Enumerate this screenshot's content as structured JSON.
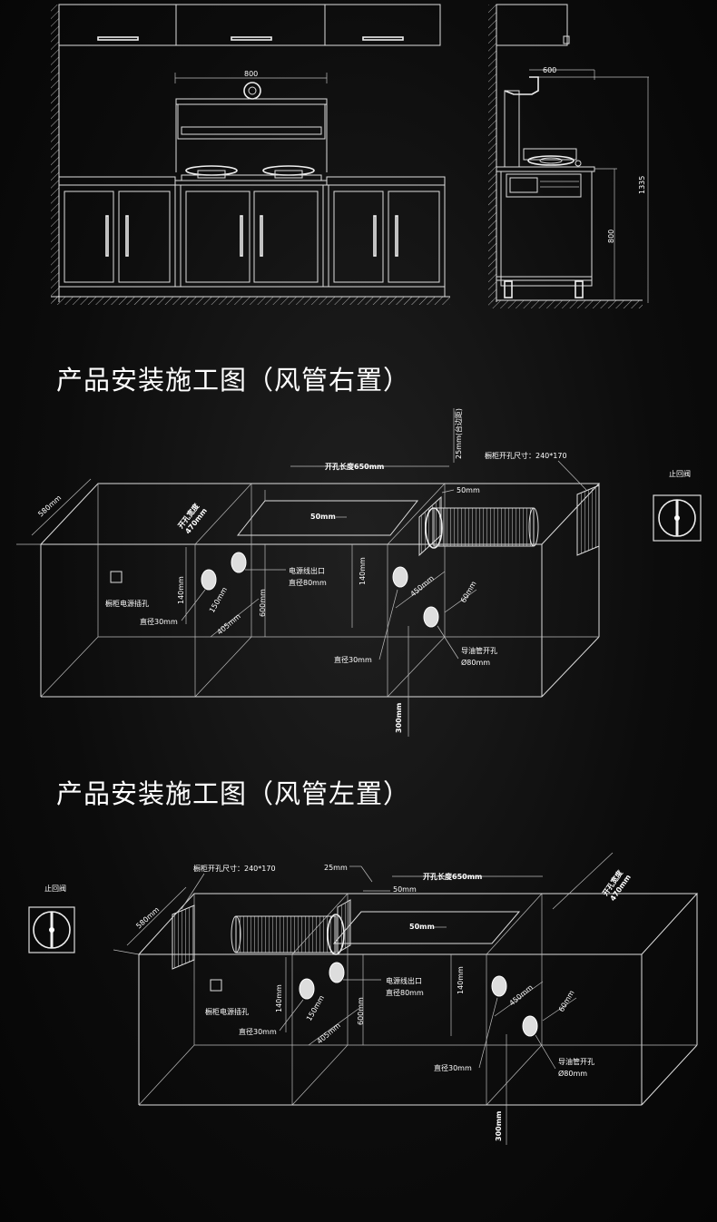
{
  "top_drawing": {
    "front_width_label": "800",
    "side_depth_label": "600",
    "side_height_label": "1335",
    "side_counter_label": "800"
  },
  "section_right": {
    "title": "产品安装施工图（风管右置）",
    "cut_length_label": "开孔长度650mm",
    "cut_width_label": "开孔宽度\n470mm",
    "depth_label": "580mm",
    "margin_label": "25mm(台边距)",
    "cabinet_hole_label": "橱柜开孔尺寸：240*170",
    "gap_label": "50mm",
    "gap_label_inner": "50mm",
    "power_socket_label": "橱柜电源插孔",
    "power_outlet_label": "电源线出口",
    "power_outlet_dia": "直径80mm",
    "dia30_left": "直径30mm",
    "dia30_right": "直径30mm",
    "oil_pipe_label": "导油管开孔",
    "oil_pipe_dia": "Ø80mm",
    "dim_140_left": "140mm",
    "dim_140_right": "140mm",
    "dim_150": "150mm",
    "dim_405": "405mm",
    "dim_600": "600mm",
    "dim_450": "450mm",
    "dim_60": "60mm",
    "dim_300": "300mm",
    "valve_label": "止回阀"
  },
  "section_left": {
    "title": "产品安装施工图（风管左置）",
    "cut_length_label": "开孔长度650mm",
    "cut_width_label": "开孔宽度\n470mm",
    "depth_label": "580mm",
    "margin_label": "25mm",
    "cabinet_hole_label": "橱柜开孔尺寸：240*170",
    "gap_label": "50mm",
    "gap_label_inner": "50mm",
    "power_socket_label": "橱柜电源插孔",
    "power_outlet_label": "电源线出口",
    "power_outlet_dia": "直径80mm",
    "dia30_left": "直径30mm",
    "dia30_right": "直径30mm",
    "oil_pipe_label": "导油管开孔",
    "oil_pipe_dia": "Ø80mm",
    "dim_140_left": "140mm",
    "dim_140_right": "140mm",
    "dim_150": "150mm",
    "dim_405": "405mm",
    "dim_600": "600mm",
    "dim_450": "450mm",
    "dim_60": "60mm",
    "dim_300": "300mm",
    "valve_label": "止回阀"
  }
}
